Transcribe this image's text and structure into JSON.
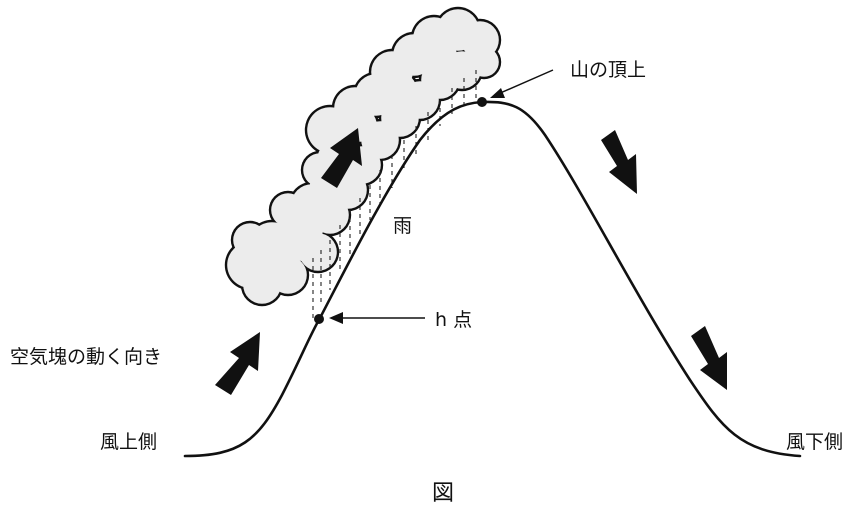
{
  "labels": {
    "summit": "山の頂上",
    "rain": "雨",
    "h_point": "h 点",
    "airmass_direction": "空気塊の動く向き",
    "windward": "風上側",
    "leeward": "風下側",
    "caption": "図"
  },
  "colors": {
    "line": "#111111",
    "cloud_fill": "#ececec",
    "background": "#ffffff"
  }
}
